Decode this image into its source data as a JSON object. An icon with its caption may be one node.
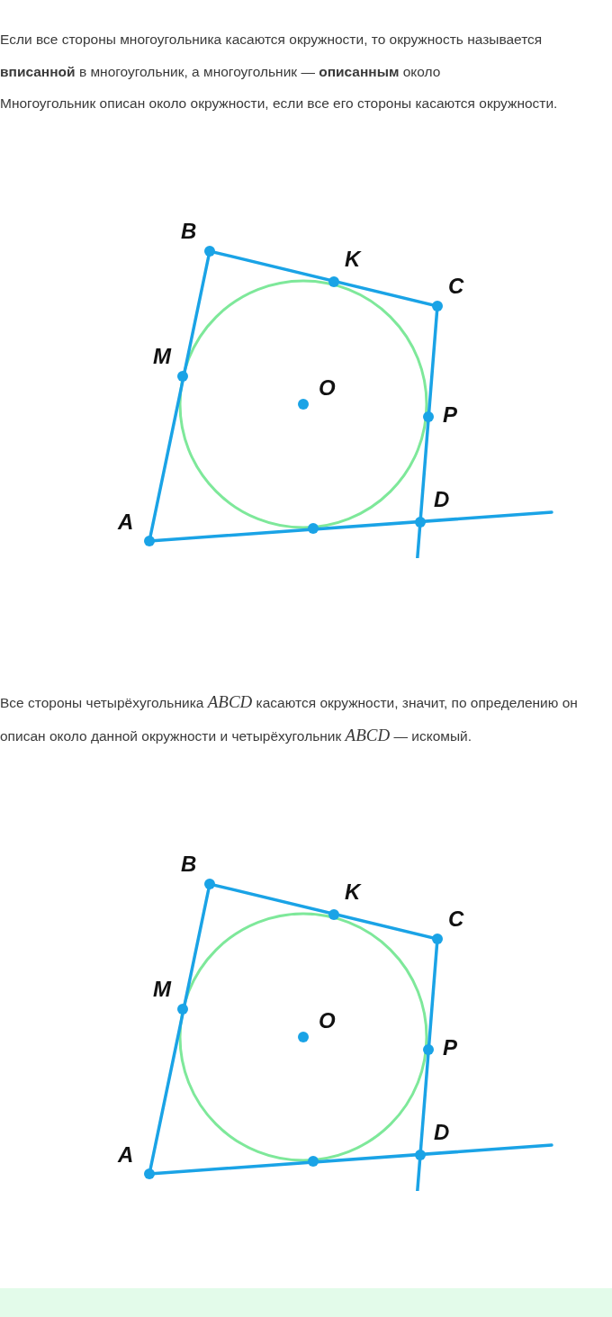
{
  "diagram": {
    "labels": [
      "Если все стороны многоугольника касаются окружности, то окружность называется **вписанной** в многоугольник, а многоугольник — **описанным** около",
      "Многоугольник описан около окружности, если все его стороны касаются окружности.",
      "B",
      "K",
      "C",
      "M",
      "O",
      "P",
      "A",
      "D",
      "Все стороны четырёхугольника *ABCD* касаются окружности, значит, по определению он описан около данной окружности и четырёхугольник *ABCD* — искомый.",
      "B",
      "K",
      "C",
      "M",
      "O",
      "P",
      "A",
      "D"
    ]
  }
}
